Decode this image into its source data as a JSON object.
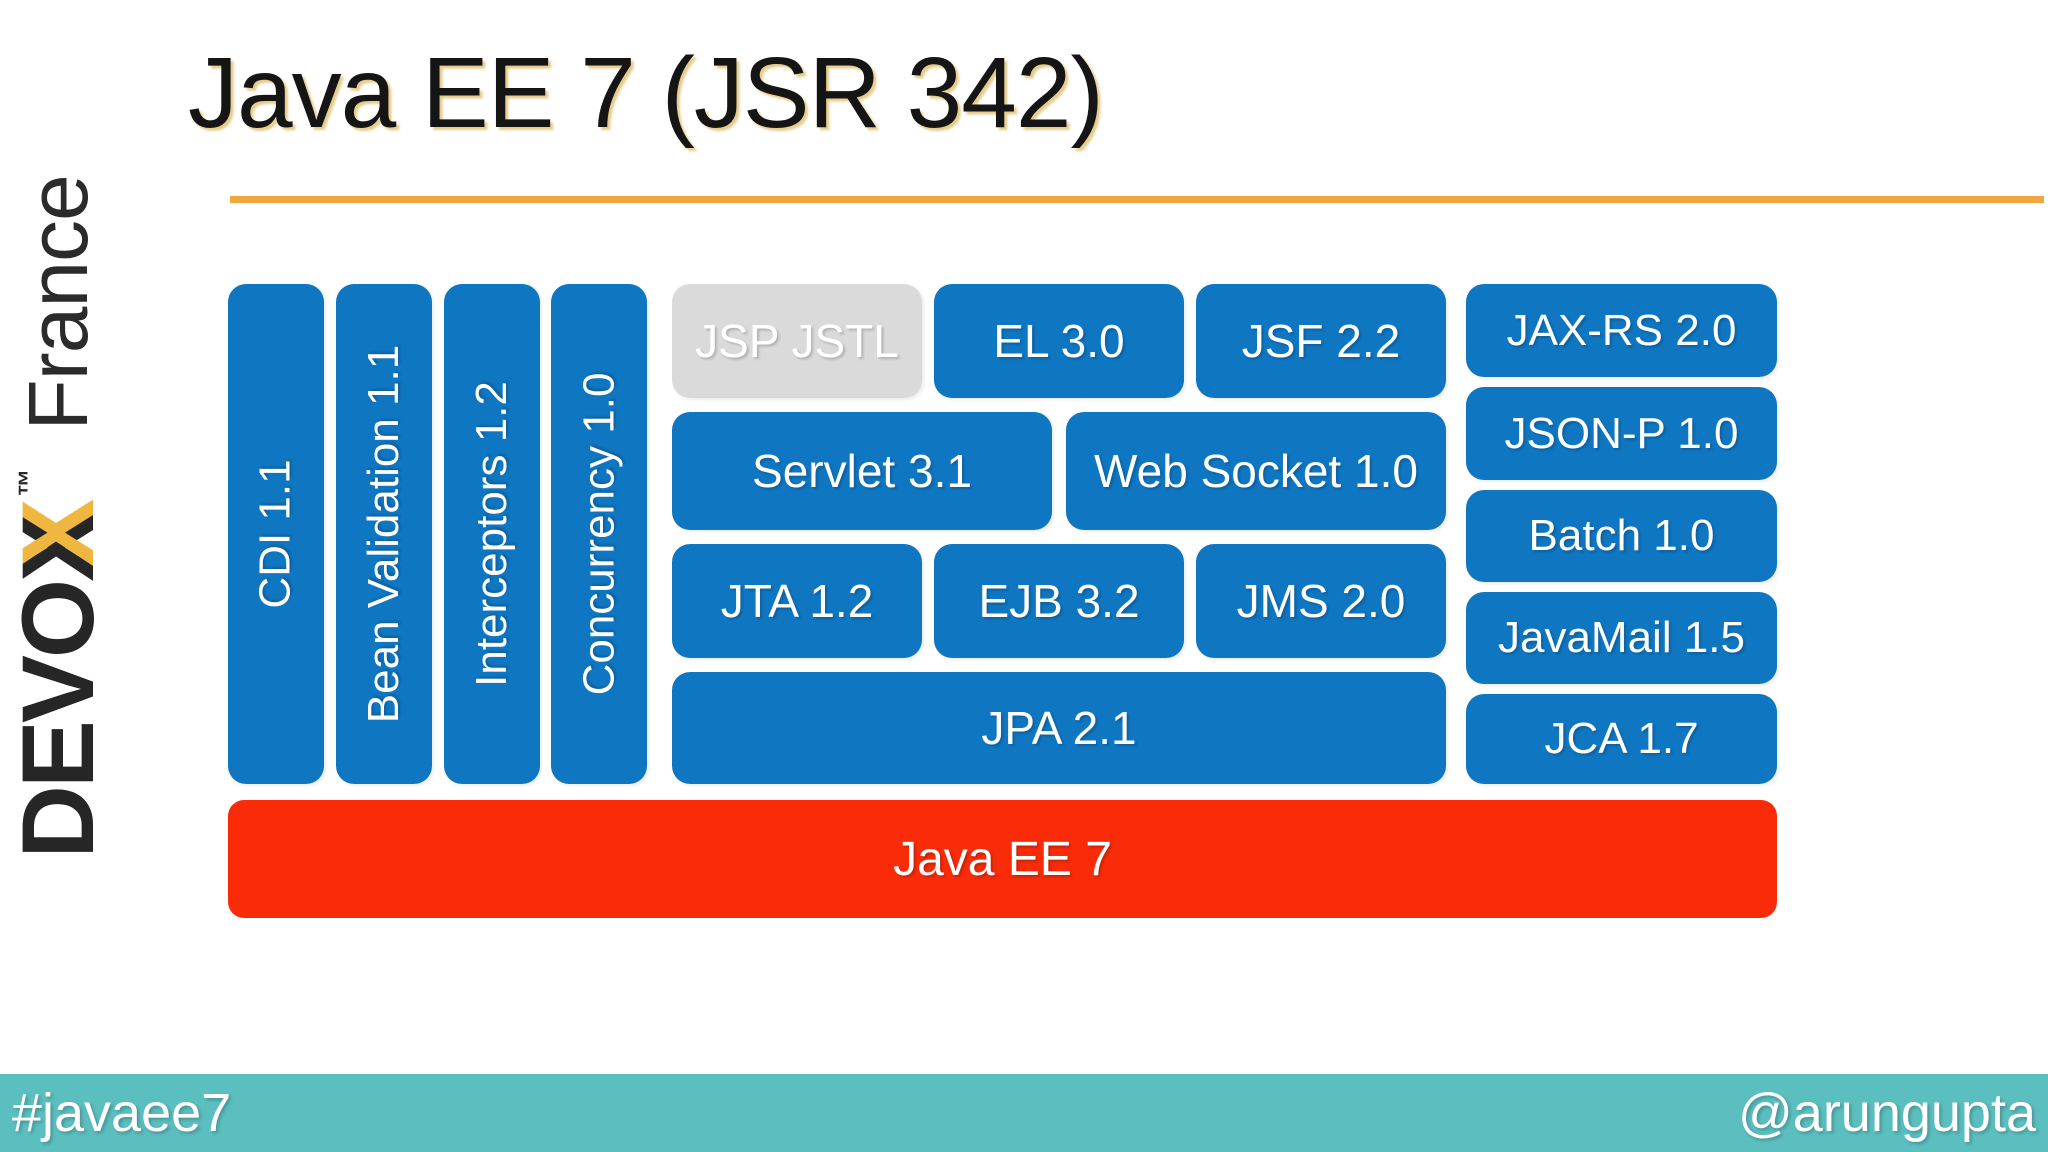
{
  "title": "Java EE 7 (JSR 342)",
  "logo": {
    "brand": "DEVO",
    "x_black": "X",
    "x_gold": "X",
    "trademark": "™",
    "country": "France"
  },
  "diagram": {
    "pills": [
      "CDI 1.1",
      "Bean Validation 1.1",
      "Interceptors 1.2",
      "Concurrency 1.0"
    ],
    "row1": [
      "JSP JSTL",
      "EL 3.0",
      "JSF 2.2"
    ],
    "row2": [
      "Servlet 3.1",
      "Web Socket 1.0"
    ],
    "row3": [
      "JTA 1.2",
      "EJB 3.2",
      "JMS 2.0"
    ],
    "row4": [
      "JPA 2.1"
    ],
    "right_column": [
      "JAX-RS 2.0",
      "JSON-P 1.0",
      "Batch 1.0",
      "JavaMail 1.5",
      "JCA 1.7"
    ],
    "base": "Java EE 7"
  },
  "footer": {
    "hashtag": "#javaee7",
    "handle": "@arungupta"
  },
  "colors": {
    "blue": "#0F76C2",
    "gray": "#DADADA",
    "red": "#FA2B09",
    "teal": "#5BBEBF",
    "gold_rule": "#F2A640",
    "logo_gold": "#EFB73F"
  }
}
